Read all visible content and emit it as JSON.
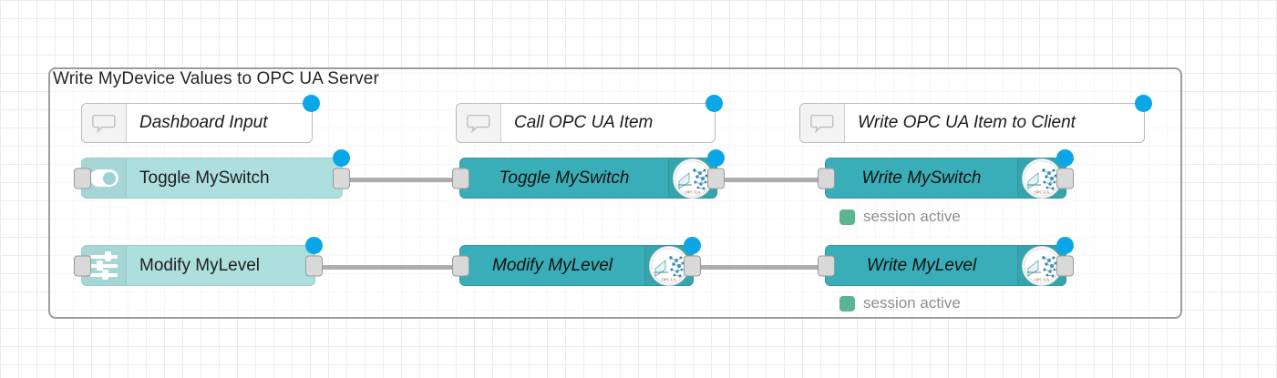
{
  "app": {
    "name": "node-red-flow-editor",
    "canvas_background": "#ffffff",
    "grid_color": "#ececec"
  },
  "group": {
    "title": "Write MyDevice Values to OPC UA Server",
    "border_color": "#9d9d9d"
  },
  "colors": {
    "dashboard_node": "#addfdf",
    "opcua_node": "#3aaeb8",
    "comment_node": "#ffffff",
    "change_badge": "#0aa6e8",
    "status_ok": "#5cb592",
    "wire": "#adadad",
    "port": "#d9d9d9"
  },
  "columns": [
    {
      "comment": "Dashboard Input"
    },
    {
      "comment": "Call OPC UA Item"
    },
    {
      "comment": "Write OPC UA Item to Client"
    }
  ],
  "comments": [
    {
      "label": "Dashboard Input",
      "icon": "speech-bubble-icon"
    },
    {
      "label": "Call OPC UA Item",
      "icon": "speech-bubble-icon"
    },
    {
      "label": "Write OPC UA Item to Client",
      "icon": "speech-bubble-icon"
    }
  ],
  "nodes": {
    "row_switch": [
      {
        "label": "Toggle MySwitch",
        "type": "dashboard-switch",
        "icon": "toggle-switch-icon",
        "has_change_badge": true
      },
      {
        "label": "Toggle MySwitch",
        "type": "opcua-item",
        "icon": "opc-ua-logo-icon",
        "has_change_badge": true
      },
      {
        "label": "Write MySwitch",
        "type": "opcua-client-write",
        "icon": "opc-ua-logo-icon",
        "has_change_badge": true,
        "status": "session active"
      }
    ],
    "row_level": [
      {
        "label": "Modify MyLevel",
        "type": "dashboard-slider",
        "icon": "sliders-icon",
        "has_change_badge": true
      },
      {
        "label": "Modify MyLevel",
        "type": "opcua-item",
        "icon": "opc-ua-logo-icon",
        "has_change_badge": true
      },
      {
        "label": "Write MyLevel",
        "type": "opcua-client-write",
        "icon": "opc-ua-logo-icon",
        "has_change_badge": true,
        "status": "session active"
      }
    ]
  },
  "statuses": [
    {
      "text": "session active",
      "color": "#5cb592"
    },
    {
      "text": "session active",
      "color": "#5cb592"
    }
  ],
  "opc_badge": {
    "caption": "OPC UA"
  }
}
